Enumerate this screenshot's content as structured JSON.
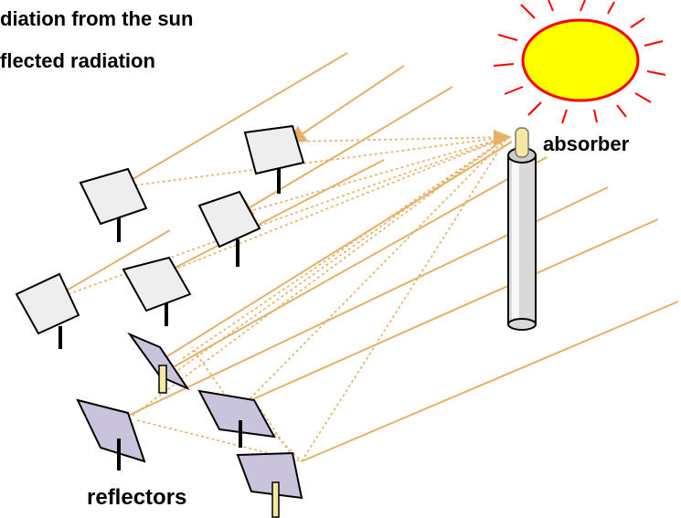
{
  "labels": {
    "radiation_from_sun": "diation from the sun",
    "reflected_radiation": "flected radiation",
    "absorber": "absorber",
    "reflectors": "reflectors"
  },
  "colors": {
    "sun_fill": "#ffff00",
    "sun_outline": "#ff0000",
    "ray": "#e6b066",
    "tower": "#d9d9d9",
    "front_mirror": "#c9c4dc",
    "back_mirror": "#eeeeee",
    "absorber": "#f3e7a2"
  },
  "icons": {
    "sun": "sun-icon",
    "tower": "absorber-tower-icon",
    "mirror": "heliostat-mirror-icon"
  }
}
